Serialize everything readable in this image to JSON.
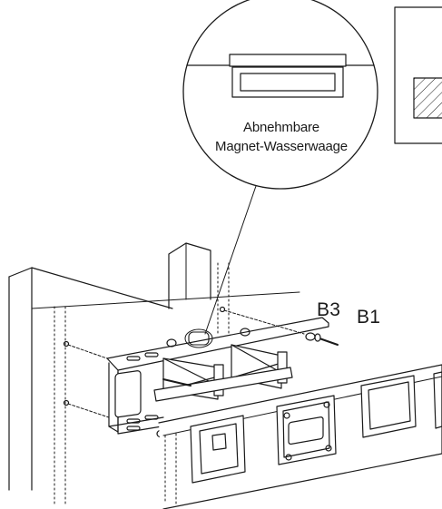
{
  "callout": {
    "line1": "Abnehmbare",
    "line2": "Magnet-Wasserwaage"
  },
  "parts": {
    "b3": "B3",
    "b1": "B1"
  },
  "colors": {
    "line": "#1a1a1a",
    "background": "#ffffff"
  }
}
